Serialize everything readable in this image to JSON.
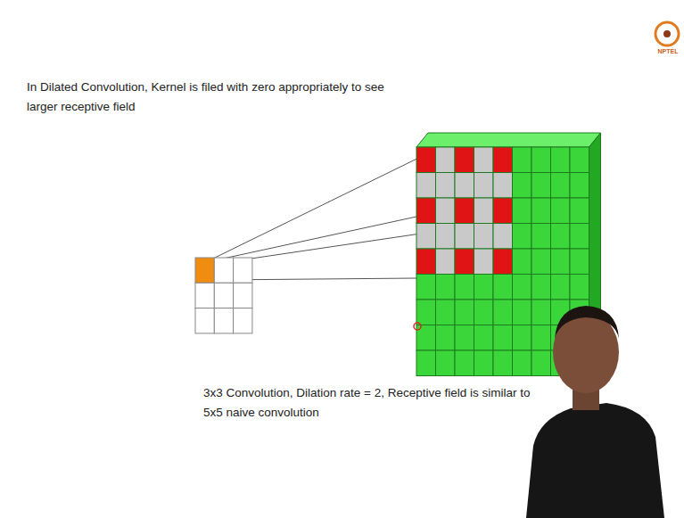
{
  "diagram": {
    "title": "In Dilated Convolution, Kernel is filed with zero appropriately to see larger receptive field",
    "caption": "3x3 Convolution, Dilation rate = 2, Receptive field is similar to 5x5 naive convolution",
    "labels": [
      "NPTEL"
    ]
  }
}
